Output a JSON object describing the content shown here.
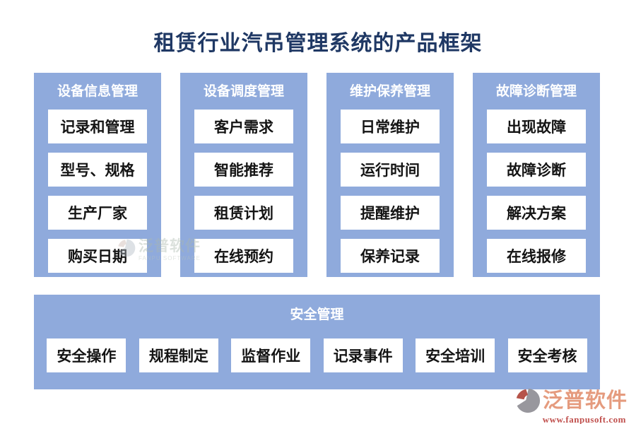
{
  "title": "租赁行业汽吊管理系统的产品框架",
  "columns": [
    {
      "header": "设备信息管理",
      "items": [
        "记录和管理",
        "型号、规格",
        "生产厂家",
        "购买日期"
      ]
    },
    {
      "header": "设备调度管理",
      "items": [
        "客户需求",
        "智能推荐",
        "租赁计划",
        "在线预约"
      ]
    },
    {
      "header": "维护保养管理",
      "items": [
        "日常维护",
        "运行时间",
        "提醒维护",
        "保养记录"
      ]
    },
    {
      "header": "故障诊断管理",
      "items": [
        "出现故障",
        "故障诊断",
        "解决方案",
        "在线报修"
      ]
    }
  ],
  "bottom_section": {
    "header": "安全管理",
    "items": [
      "安全操作",
      "规程制定",
      "监督作业",
      "记录事件",
      "安全培训",
      "安全考核"
    ]
  },
  "center_watermark": {
    "brand": "泛普软件",
    "caps": "FANPU SOFTWARE"
  },
  "logo": {
    "brand": "泛普软件",
    "url": "www.fanpusoft.com"
  },
  "colors": {
    "panel_blue": "#8FAADC",
    "title_navy": "#1F3864",
    "card_text": "#141414",
    "logo_red": "#C0504D",
    "logo_brand": "#E59B7E",
    "logo_gray": "#98979D"
  }
}
